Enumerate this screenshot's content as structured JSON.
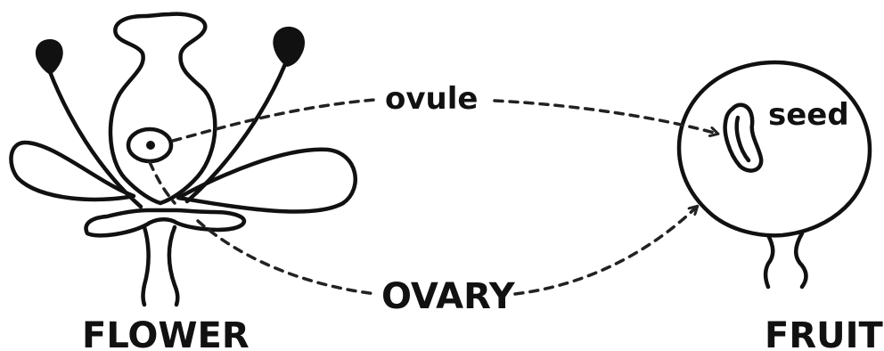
{
  "labels": {
    "ovule": "ovule",
    "seed": "seed",
    "ovary": "OVARY",
    "flower": "FLOWER",
    "fruit": "FRUIT"
  },
  "colors": {
    "ink": "#111111",
    "background": "#ffffff"
  }
}
